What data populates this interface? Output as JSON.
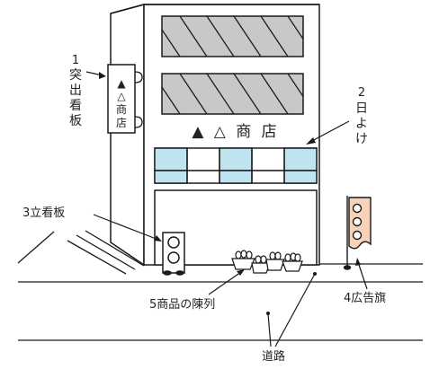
{
  "shop": {
    "name": "▲ △ 商 店",
    "sign_text": [
      "▲",
      "△",
      "商",
      "店"
    ]
  },
  "labels": {
    "tsuki_dashi": {
      "num": "1",
      "line1": "突",
      "line2": "出",
      "line3": "看",
      "line4": "板"
    },
    "hiyoke": {
      "num": "2",
      "line1": "日",
      "line2": "よ",
      "line3": "け"
    },
    "tate_kanban": "3立看板",
    "koukoku_bata": "4広告旗",
    "shouhin_chinretsu": "5商品の陳列",
    "douro": "道路"
  },
  "colors": {
    "awning_blue": "#bfe3ef",
    "window_gray": "#c8c8c8",
    "flag_orange": "#f6d2b8",
    "stroke": "#1a1a1a"
  }
}
